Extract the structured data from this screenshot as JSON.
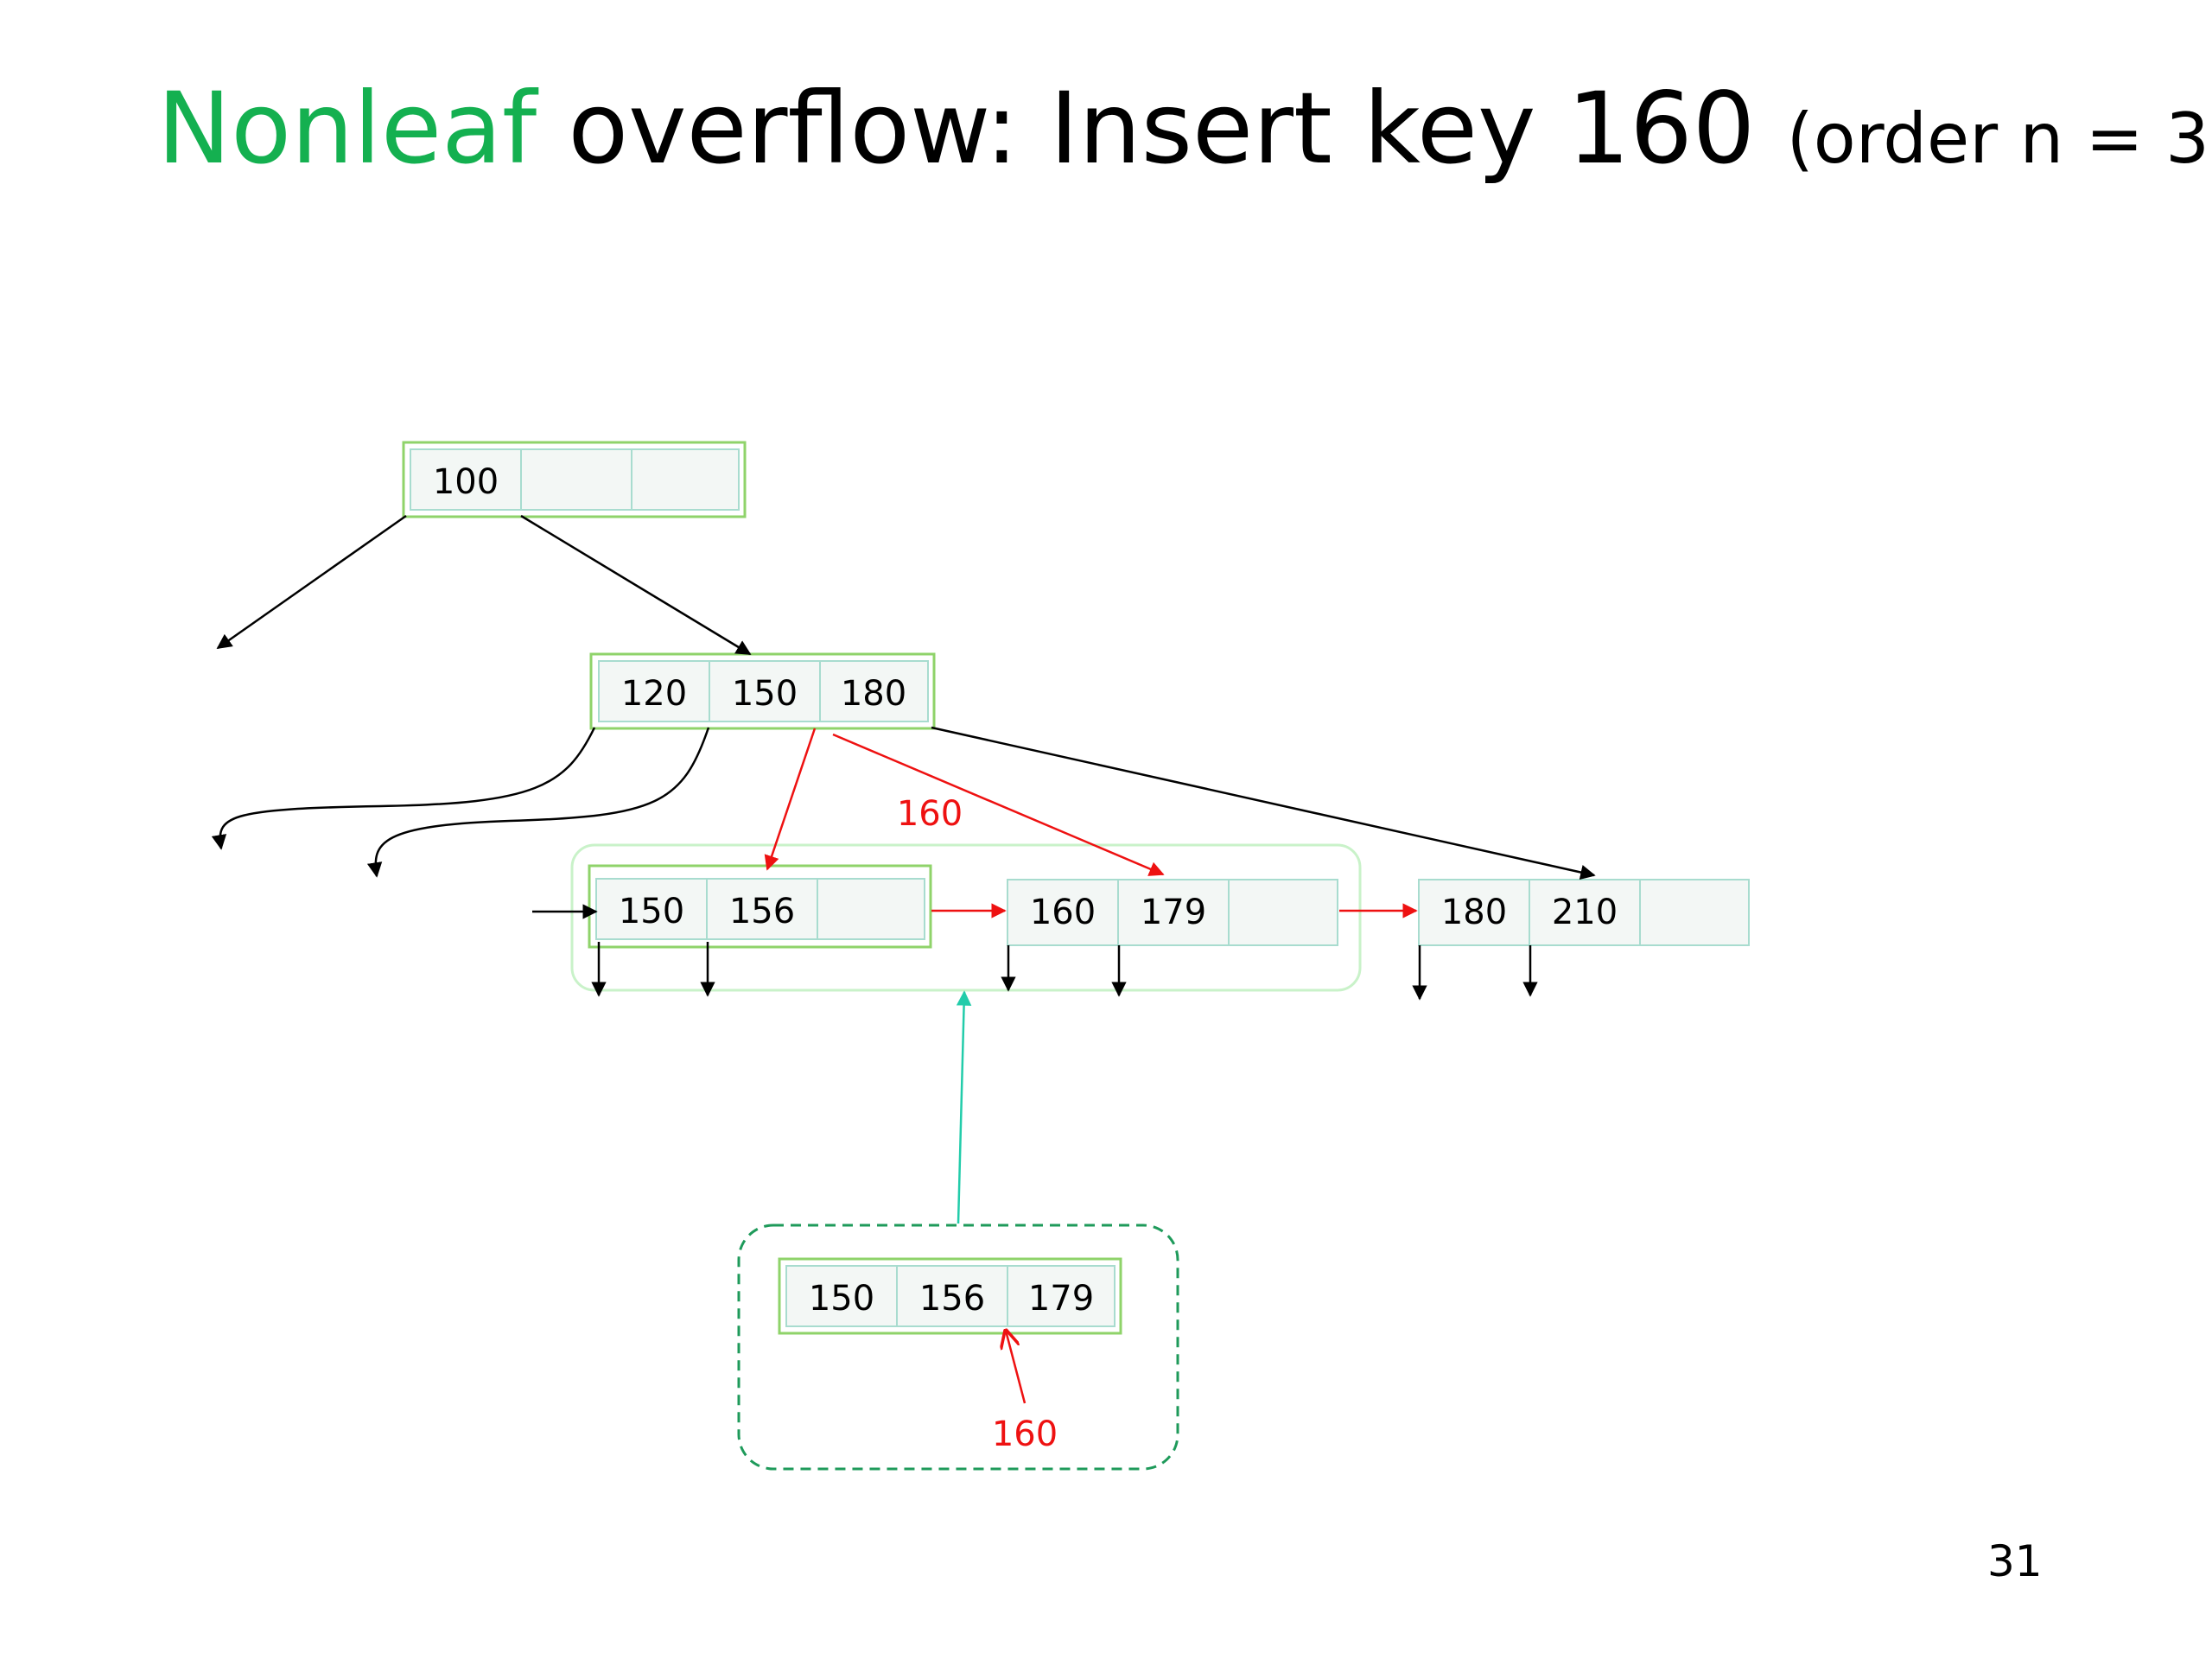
{
  "title": {
    "highlight": "Nonleaf",
    "main": " overflow: Insert key 160",
    "sub": "(order n = 3)"
  },
  "page_number": "31",
  "colors": {
    "highlight_green": "#14b050",
    "node_border_green": "#8fd36a",
    "cell_border_teal": "#a8dccf",
    "insert_red": "#ee1111",
    "pointer_teal": "#22ccaa",
    "overflow_box_green": "#1e9a5a",
    "leaf_group_outline": "#c9f2c9"
  },
  "nodes": {
    "root": {
      "keys": [
        "100",
        "",
        ""
      ]
    },
    "internal": {
      "keys": [
        "120",
        "150",
        "180"
      ]
    },
    "leaf_1": {
      "keys": [
        "150",
        "156",
        ""
      ]
    },
    "leaf_2": {
      "keys": [
        "160",
        "179",
        ""
      ]
    },
    "leaf_3": {
      "keys": [
        "180",
        "210",
        ""
      ]
    },
    "overflow": {
      "keys": [
        "150",
        "156",
        "179"
      ]
    }
  },
  "labels": {
    "insert_key_top": "160",
    "insert_key_bottom": "160"
  }
}
